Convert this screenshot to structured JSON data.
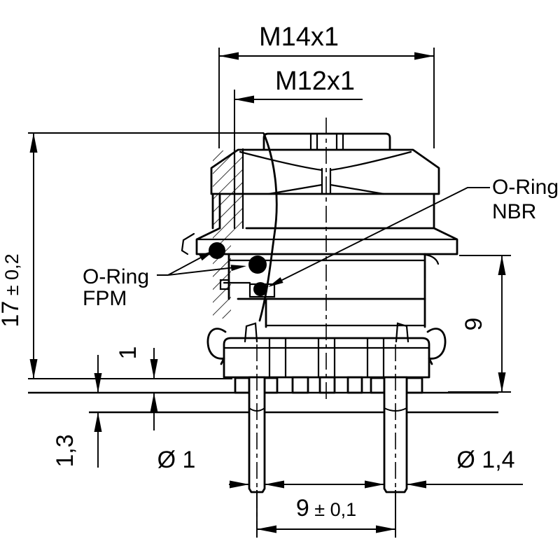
{
  "dimensions": {
    "thread_outer": "M14x1",
    "thread_inner": "M12x1",
    "total_height": {
      "value": "17",
      "tolerance": " ± 0,2"
    },
    "mount_depth": "9",
    "standoff_height": "1",
    "plate_thickness": "1,3",
    "pin_diameter_small": "Ø 1",
    "pin_diameter_large": "Ø 1,4",
    "pin_spacing": {
      "value": "9",
      "tolerance": " ± 0,1"
    }
  },
  "labels": {
    "oring_fpm": {
      "line1": "O-Ring",
      "line2": "FPM"
    },
    "oring_nbr": {
      "line1": "O-Ring",
      "line2": "NBR"
    }
  },
  "colors": {
    "ink": "#000000",
    "paper": "#ffffff"
  }
}
